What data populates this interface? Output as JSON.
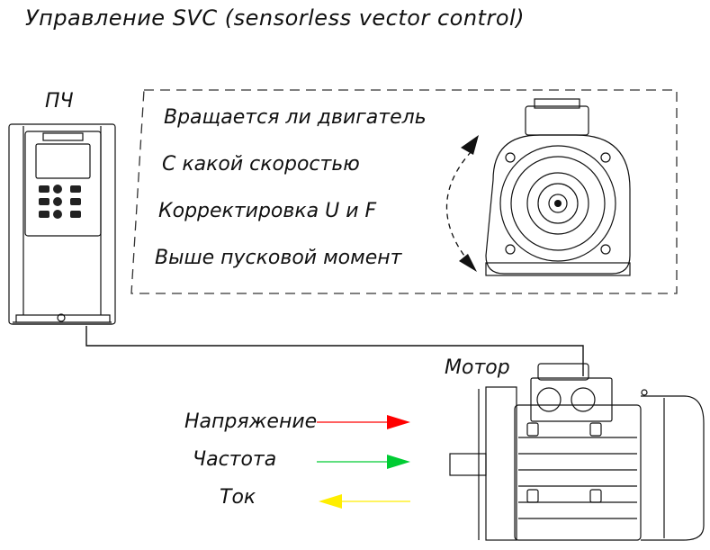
{
  "title": "Управление SVC (sensorless vector control)",
  "vfd_label": "ПЧ",
  "motor_label": "Мотор",
  "features": [
    "Вращается ли двигатель",
    "С какой скоростью",
    "Корректировка U и F",
    "Выше пусковой момент"
  ],
  "legend": [
    {
      "label": "Напряжение",
      "color": "#ff0000",
      "direction": "right"
    },
    {
      "label": "Частота",
      "color": "#00cc33",
      "direction": "right"
    },
    {
      "label": "Ток",
      "color": "#ffee00",
      "direction": "left"
    }
  ],
  "colors": {
    "line": "#111111",
    "dashed_box": "#333333"
  }
}
